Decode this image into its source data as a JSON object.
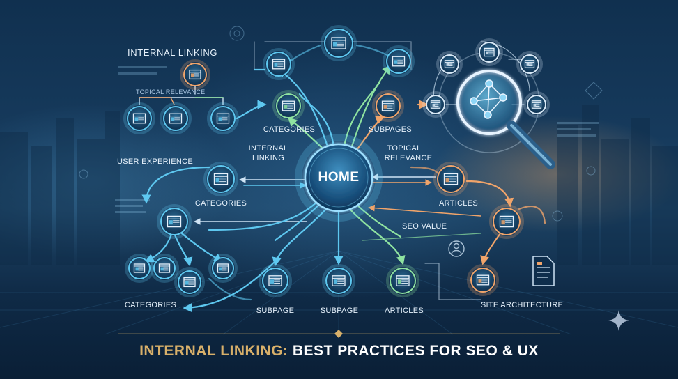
{
  "labels": {
    "internal_linking_title": "INTERNAL LINKING",
    "topical_relevance_small": "TOPICAL RELEVANCE",
    "user_experience": "USER EXPERIENCE",
    "categories_top": "CATEGORIES",
    "subpages_top": "SUBPAGES",
    "internal_linking_center_1": "INTERNAL",
    "internal_linking_center_2": "LINKING",
    "topical_relevance_1": "TOPICAL",
    "topical_relevance_2": "RELEVANCE",
    "home": "HOME",
    "categories_mid": "CATEGORIES",
    "articles_right": "ARTICLES",
    "seo_value": "SEO VALUE",
    "categories_bottom": "CATEGORIES",
    "subpage_1": "SUBPAGE",
    "subpage_2": "SUBPAGE",
    "articles_bottom": "ARTICLES",
    "site_architecture": "SITE ARCHITECTURE"
  },
  "footer": {
    "part_1": "INTERNAL LINKING:",
    "part_2": " BEST PRACTICES FOR SEO & UX"
  },
  "colors": {
    "blue": "#5ec8f0",
    "green": "#8fe3a0",
    "orange": "#f0a46a",
    "gold": "#d8b06a",
    "node_fill": "#123a5e"
  },
  "icons": [
    "webpage-icon",
    "magnifier-icon",
    "document-icon",
    "user-icon",
    "sparkle-icon"
  ]
}
